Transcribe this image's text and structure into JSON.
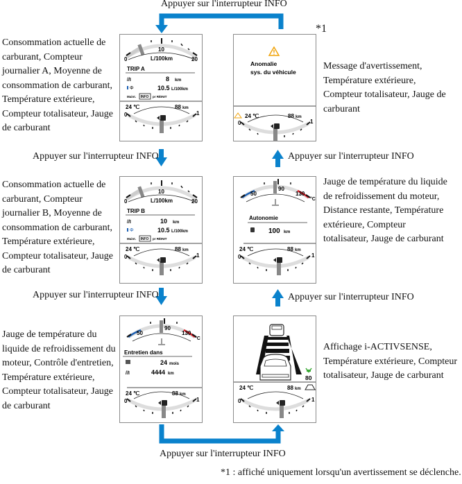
{
  "diagram": {
    "flow_label": "Appuyer sur l'interrupteur INFO",
    "footnote_marker": "*1",
    "footnote": "*1 : affiché uniquement lorsqu'un avertissement se déclenche.",
    "accent_color": "#0a82cc"
  },
  "descriptions": {
    "trip_a": "Consommation actuelle de carburant, Compteur journalier A, Moyenne de consommation de carburant, Température extérieure, Compteur totalisateur, Jauge de carburant",
    "trip_b": "Consommation actuelle de carburant, Compteur journalier B, Moyenne de consommation de carburant, Température extérieure, Compteur totalisateur, Jauge de carburant",
    "maintenance": "Jauge de température du liquide de refroidissement du moteur, Contrôle d'entretien, Température extérieure, Compteur totalisateur, Jauge de carburant",
    "warning": "Message d'avertissement, Température extérieure, Compteur totalisateur, Jauge de carburant",
    "range": "Jauge de température du liquide de refroidissement du moteur, Distance restante, Température extérieure, Compteur totalisateur, Jauge de carburant",
    "activsense": "Affichage i-ACTIVSENSE, Température extérieure, Compteur totalisateur, Jauge de carburant"
  },
  "panels": {
    "common": {
      "outside_temp": "24 ℃",
      "odometer_value": "88",
      "odometer_unit": "km",
      "fuel_min": "0",
      "fuel_max": "1"
    },
    "fuel_gauge": {
      "min": "0",
      "mid": "10",
      "max": "20",
      "unit": "L/100km"
    },
    "coolant_gauge": {
      "low": "50",
      "mid": "90",
      "high": "130",
      "unit": "°C",
      "cold_color": "#1a5fb4",
      "hot_color": "#e01b24"
    },
    "trip_a": {
      "title": "TRIP A",
      "distance_value": "8",
      "distance_unit": "km",
      "avg_value": "10.5",
      "avg_unit": "L/100km",
      "reset_prefix": "Maint.",
      "reset_key": "INFO",
      "reset_suffix": "pr RÉINIT"
    },
    "trip_b": {
      "title": "TRIP B",
      "distance_value": "10",
      "distance_unit": "km",
      "avg_value": "10.5",
      "avg_unit": "L/100km",
      "reset_prefix": "Maint.",
      "reset_key": "INFO",
      "reset_suffix": "pr RÉINIT"
    },
    "maintenance": {
      "title": "Entretien dans",
      "months_value": "24",
      "months_unit": "mois",
      "distance_value": "4444",
      "distance_unit": "km"
    },
    "warning": {
      "line1": "Anomalie",
      "line2": "sys. du véhicule",
      "warning_color": "#f0a30a"
    },
    "range": {
      "title": "Autonomie",
      "value": "100",
      "unit": "km"
    },
    "activsense": {
      "speed_limit": "80",
      "green_color": "#3aa935"
    }
  }
}
